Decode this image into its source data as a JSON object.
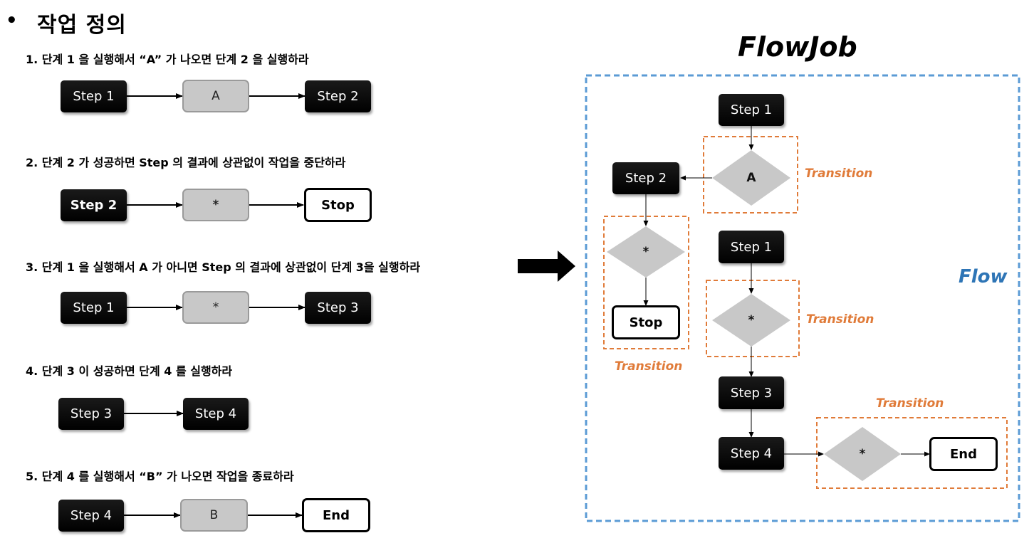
{
  "header": {
    "bullet": "•",
    "title": "작업 정의"
  },
  "definitions": [
    {
      "text": "1. 단계 1 을 실행해서 “A” 가 나오면 단계 2 을 실행하라",
      "from": "Step 1",
      "condition": "A",
      "to": "Step 2"
    },
    {
      "text": "2. 단계 2 가 성공하면 Step 의 결과에 상관없이 작업을 중단하라",
      "from": "Step 2",
      "condition": "*",
      "to": "Stop"
    },
    {
      "text": "3. 단계 1 을 실행해서 A 가 아니면 Step 의 결과에 상관없이 단계 3을 실행하라",
      "from": "Step 1",
      "condition": "*",
      "to": "Step 3"
    },
    {
      "text": "4. 단계 3 이 성공하면 단계 4 를 실행하라",
      "from": "Step 3",
      "to": "Step 4"
    },
    {
      "text": "5. 단계 4 를 실행해서 “B” 가 나오면 작업을 종료하라",
      "from": "Step 4",
      "condition": "B",
      "to": "End"
    }
  ],
  "flowjob": {
    "title": "FlowJob",
    "flow_label": "Flow",
    "transition_label": "Transition",
    "nodes": {
      "step1_top": "Step 1",
      "diamond_a": "A",
      "step2": "Step 2",
      "diamond_star_left": "*",
      "stop": "Stop",
      "step1_mid": "Step 1",
      "diamond_star_mid": "*",
      "step3": "Step 3",
      "step4": "Step 4",
      "diamond_star_right": "*",
      "end": "End"
    }
  },
  "colors": {
    "step_fill": "#000000",
    "condition_fill": "#c8c8c8",
    "transition_border": "#e07b39",
    "flow_border": "#5b9bd5",
    "flow_label": "#2e75b6"
  }
}
